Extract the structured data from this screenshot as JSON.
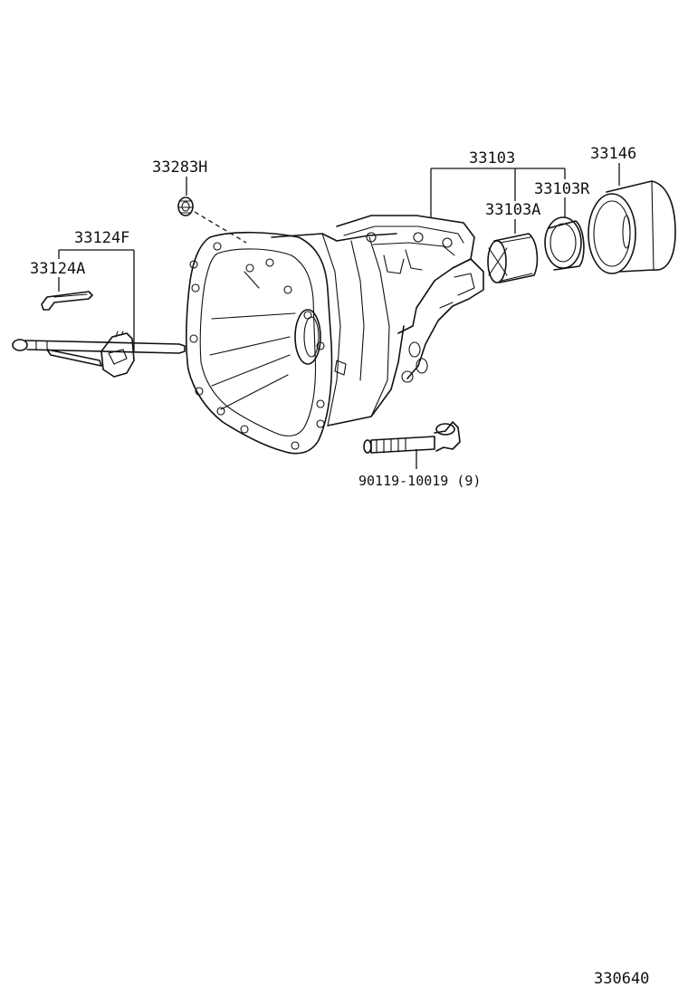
{
  "diagram": {
    "labels": {
      "plug": "33283H",
      "shift_assy": "33124F",
      "shift_lever": "33124A",
      "case_assy": "33103",
      "bushing_a": "33103A",
      "bushing_r": "33103R",
      "cover": "33146",
      "bolt": "90119-10019 (9)",
      "figure_id": "330640"
    }
  }
}
